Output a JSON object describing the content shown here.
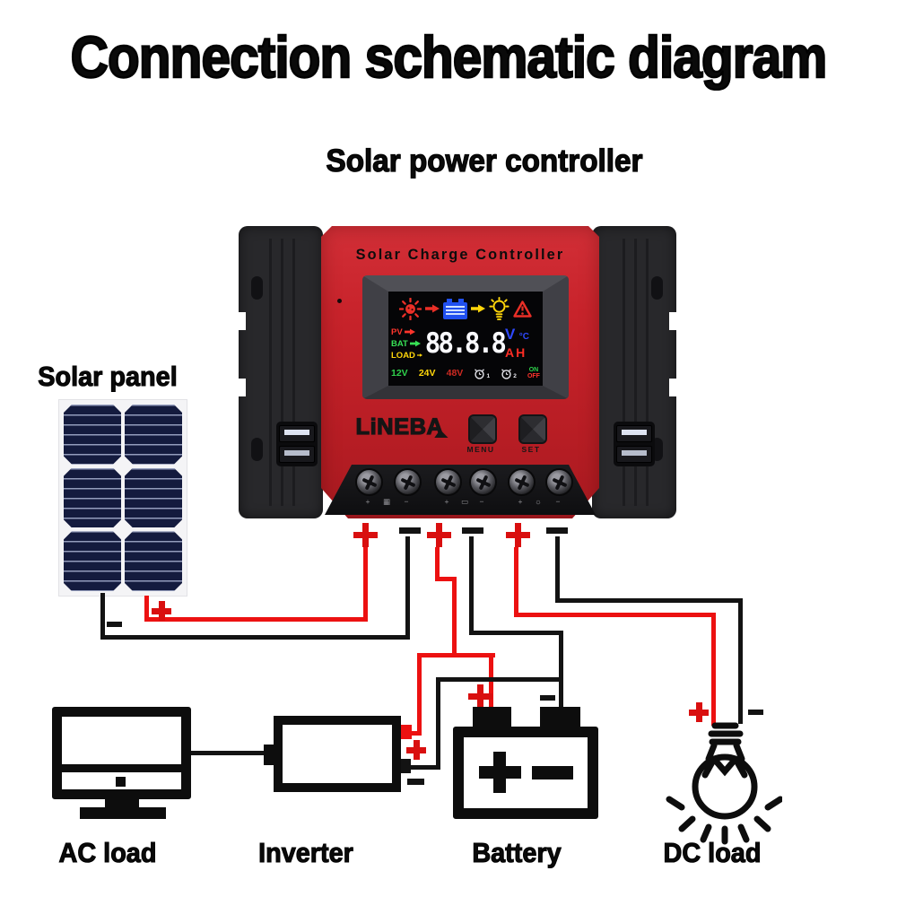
{
  "title": "Connection schematic diagram",
  "subtitle": "Solar power controller",
  "solar_panel": {
    "label": "Solar panel",
    "cells": 6,
    "cell_color": "#141b3e"
  },
  "controller": {
    "header": "Solar Charge Controller",
    "brand": "LiNEBA",
    "buttons": {
      "menu": "MENU",
      "set": "SET"
    },
    "screen": {
      "status_icons": [
        "sun-icon",
        "arrow-right-icon",
        "battery-icon",
        "arrow-right-icon",
        "bulb-icon",
        "warning-icon"
      ],
      "rows": {
        "pv": "PV",
        "bat": "BAT",
        "load": "LOAD"
      },
      "digits": "88.8.8",
      "units": {
        "v": "V",
        "c": "°C",
        "a": "A",
        "h": "H"
      },
      "voltages": [
        "12V",
        "24V",
        "48V"
      ],
      "timers": [
        {
          "icon": "alarm-clock-icon",
          "sub": "1"
        },
        {
          "icon": "alarm-clock-icon",
          "sub": "2"
        }
      ],
      "power": {
        "on": "ON",
        "off": "OFF"
      }
    },
    "terminal_marks": [
      "+",
      "▦",
      "−",
      "+",
      "▭",
      "−",
      "+",
      "☼",
      "−"
    ],
    "usb_ports": 2
  },
  "wiring": {
    "positive_color": "#ec1111",
    "negative_color": "#131313",
    "controller_terminals": [
      {
        "pair": "pv",
        "sign": "+"
      },
      {
        "pair": "pv",
        "sign": "−"
      },
      {
        "pair": "battery",
        "sign": "+"
      },
      {
        "pair": "battery",
        "sign": "−"
      },
      {
        "pair": "load",
        "sign": "+"
      },
      {
        "pair": "load",
        "sign": "−"
      }
    ],
    "connections": [
      {
        "from": "solar-panel",
        "to": "controller-pv"
      },
      {
        "from": "controller-battery",
        "to": "battery"
      },
      {
        "from": "controller-battery",
        "to": "inverter"
      },
      {
        "from": "controller-load",
        "to": "dc-load"
      },
      {
        "from": "inverter",
        "to": "ac-load"
      }
    ]
  },
  "devices": [
    {
      "id": "ac-load",
      "label": "AC load",
      "icon": "monitor-icon"
    },
    {
      "id": "inverter",
      "label": "Inverter",
      "icon": "inverter-box-icon"
    },
    {
      "id": "battery",
      "label": "Battery",
      "icon": "battery-icon"
    },
    {
      "id": "dc-load",
      "label": "DC load",
      "icon": "light-bulb-icon"
    }
  ],
  "colors": {
    "body_red": "#c8232b",
    "bracket_black": "#28282b",
    "screen_black": "#050507",
    "pv": "#ff352c",
    "bat": "#37e055",
    "load": "#ffd60a",
    "volt_unit": "#2e49ff",
    "amp_unit": "#ff2d24"
  }
}
